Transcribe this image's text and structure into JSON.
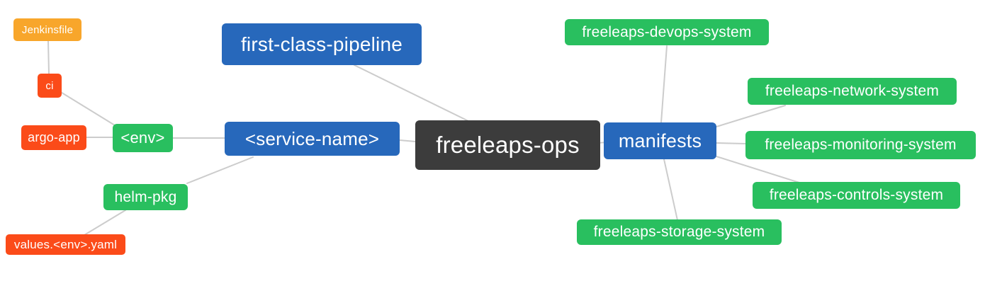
{
  "diagram": {
    "type": "mindmap",
    "palette": {
      "background": "#ffffff",
      "edge": "#cccccc",
      "text": "#ffffff",
      "root": "#3c3c3c",
      "branch_blue": "#2768bb",
      "leaf_green": "#29bf5f",
      "leaf_red": "#fb4b19",
      "leaf_amber": "#f8a62b"
    },
    "nodes": {
      "freeleaps_ops": {
        "label": "freeleaps-ops",
        "color": "#3c3c3c"
      },
      "first_class_pipeline": {
        "label": "first-class-pipeline",
        "color": "#2768bb"
      },
      "service_name": {
        "label": "<service-name>",
        "color": "#2768bb"
      },
      "manifests": {
        "label": "manifests",
        "color": "#2768bb"
      },
      "env": {
        "label": "<env>",
        "color": "#29bf5f"
      },
      "helm_pkg": {
        "label": "helm-pkg",
        "color": "#29bf5f"
      },
      "jenkinsfile": {
        "label": "Jenkinsfile",
        "color": "#f8a62b"
      },
      "ci": {
        "label": "ci",
        "color": "#fb4b19"
      },
      "argo_app": {
        "label": "argo-app",
        "color": "#fb4b19"
      },
      "values_env_yaml": {
        "label": "values.<env>.yaml",
        "color": "#fb4b19"
      },
      "devops_system": {
        "label": "freeleaps-devops-system",
        "color": "#29bf5f"
      },
      "network_system": {
        "label": "freeleaps-network-system",
        "color": "#29bf5f"
      },
      "monitoring_system": {
        "label": "freeleaps-monitoring-system",
        "color": "#29bf5f"
      },
      "controls_system": {
        "label": "freeleaps-controls-system",
        "color": "#29bf5f"
      },
      "storage_system": {
        "label": "freeleaps-storage-system",
        "color": "#29bf5f"
      }
    },
    "edges": [
      {
        "from": "jenkinsfile",
        "to": "ci"
      },
      {
        "from": "ci",
        "to": "env"
      },
      {
        "from": "argo_app",
        "to": "env"
      },
      {
        "from": "env",
        "to": "service_name"
      },
      {
        "from": "service_name",
        "to": "helm_pkg"
      },
      {
        "from": "helm_pkg",
        "to": "values_env_yaml"
      },
      {
        "from": "first_class_pipeline",
        "to": "freeleaps_ops"
      },
      {
        "from": "service_name",
        "to": "freeleaps_ops"
      },
      {
        "from": "freeleaps_ops",
        "to": "manifests"
      },
      {
        "from": "manifests",
        "to": "devops_system"
      },
      {
        "from": "manifests",
        "to": "network_system"
      },
      {
        "from": "manifests",
        "to": "monitoring_system"
      },
      {
        "from": "manifests",
        "to": "controls_system"
      },
      {
        "from": "manifests",
        "to": "storage_system"
      }
    ]
  }
}
